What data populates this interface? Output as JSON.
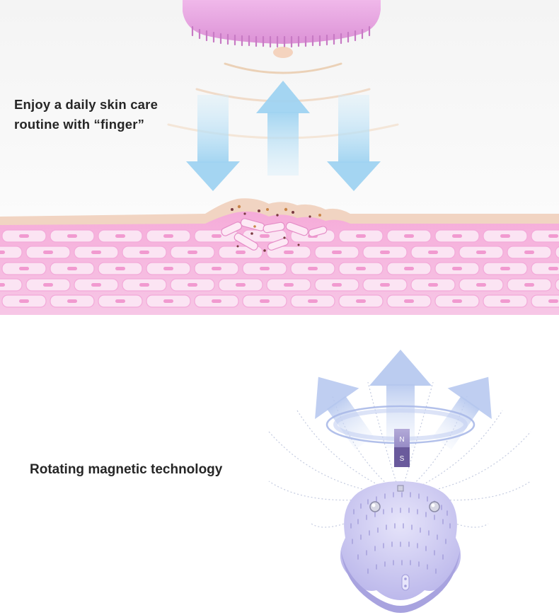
{
  "top_panel": {
    "caption_line1": "Enjoy a daily skin care",
    "caption_line2": "routine with “finger”",
    "colors": {
      "brush_pink": "#e9a6e2",
      "skin_pink": "#f6bfe4",
      "skin_surface": "#f1d7c6",
      "arrow_blue": "#a9d8f2"
    }
  },
  "bottom_panel": {
    "caption": "Rotating magnetic technology",
    "magnet_north": "N",
    "magnet_south": "S",
    "colors": {
      "device_lavender": "#c9c6f2",
      "arrow_blue": "#b7c9ef",
      "magnet_top": "#a69bd0",
      "magnet_bottom": "#6a5a9c"
    }
  }
}
